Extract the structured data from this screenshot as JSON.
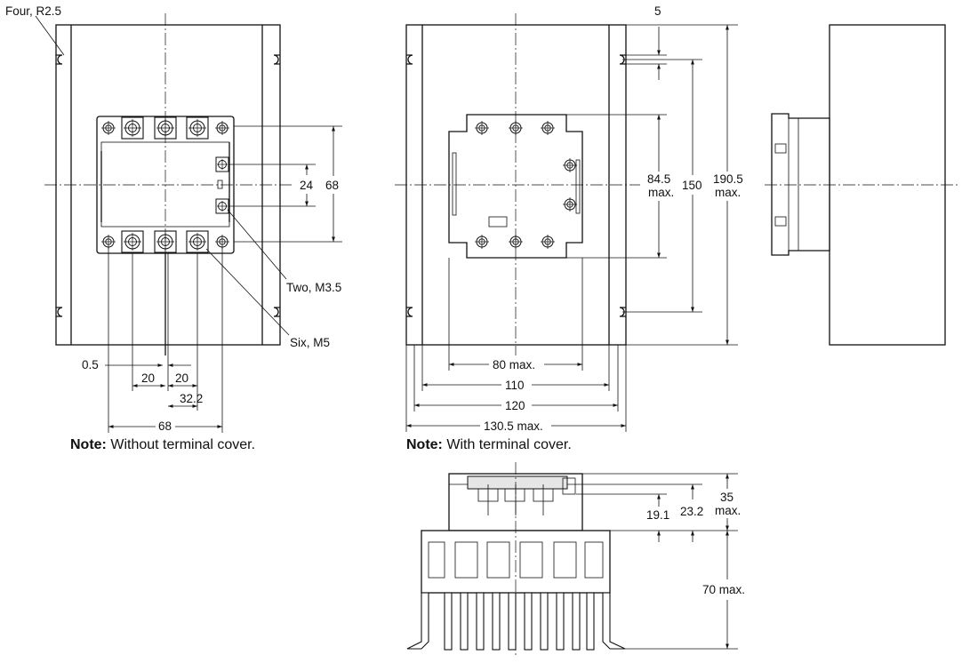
{
  "drawing_type": "dimension-drawing",
  "labels": {
    "four_r": "Four, R2.5",
    "two_m": "Two, M3.5",
    "six_m": "Six, M5"
  },
  "dims_left": {
    "d0_5": "0.5",
    "d20a": "20",
    "d20b": "20",
    "d32_2": "32.2",
    "d68_bottom": "68",
    "d24": "24",
    "d68_right": "68"
  },
  "dims_mid": {
    "d5": "5",
    "d84_5": "84.5",
    "d84_5_max": "max.",
    "d150": "150",
    "d190_5": "190.5",
    "d190_5_max": "max.",
    "d80": "80 max.",
    "d110": "110",
    "d120": "120",
    "d130_5": "130.5 max."
  },
  "dims_side": {
    "d35": "35",
    "d35_max": "max.",
    "d19_1": "19.1",
    "d23_2": "23.2",
    "d70": "70 max."
  },
  "notes": {
    "left_bold": "Note:",
    "left_text": " Without terminal cover.",
    "right_bold": "Note:",
    "right_text": " With terminal cover."
  }
}
